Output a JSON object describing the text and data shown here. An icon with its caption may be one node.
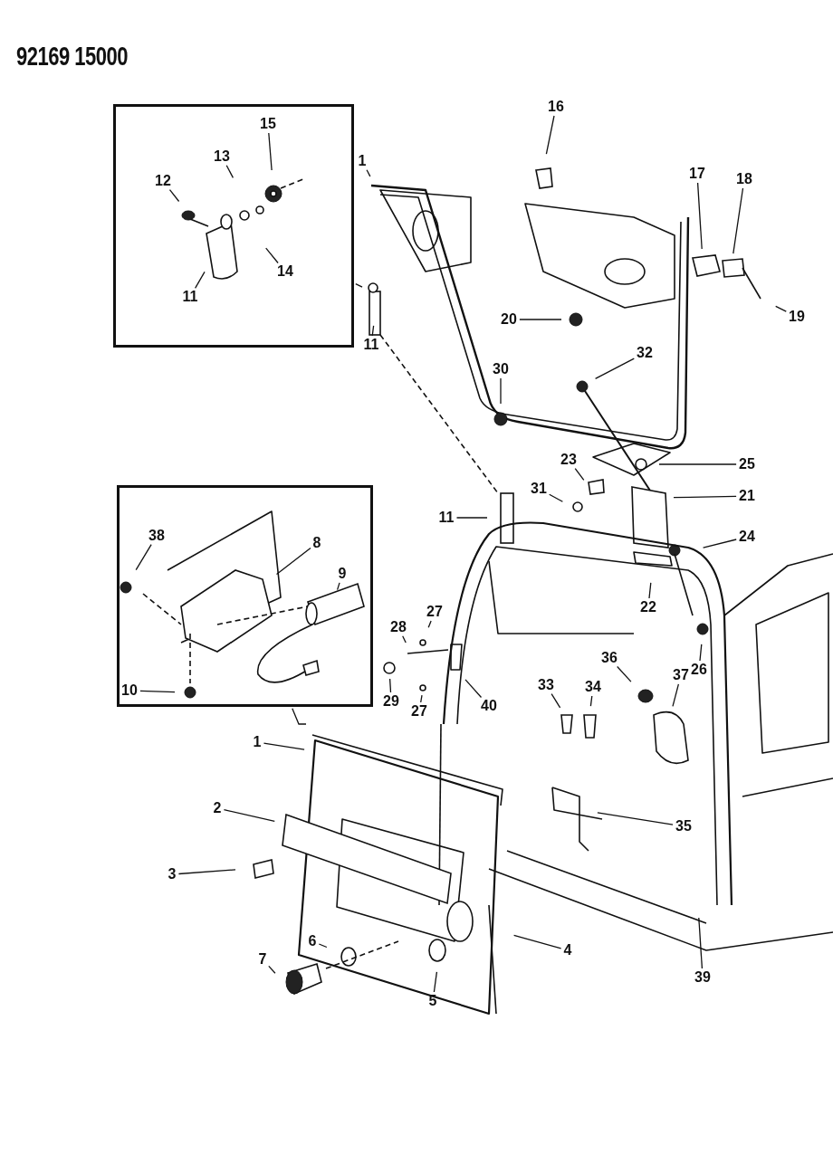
{
  "diagram": {
    "nodes": [
      {
        "text": [],
        "shape": "box"
      },
      {
        "text": [
          "12"
        ],
        "in": 0
      },
      {
        "text": [
          "13"
        ],
        "in": 0
      },
      {
        "text": [
          "15"
        ],
        "in": 0
      },
      {
        "text": [
          "14"
        ],
        "in": 0
      },
      {
        "text": [
          "11"
        ],
        "in": 0
      },
      {
        "text": [
          "16"
        ]
      },
      {
        "text": [
          "1"
        ]
      },
      {
        "text": [
          "17"
        ]
      },
      {
        "text": [
          "18"
        ]
      },
      {
        "text": [
          "19"
        ]
      },
      {
        "text": [
          "11"
        ]
      },
      {
        "text": [
          "20"
        ]
      },
      {
        "text": [
          "30"
        ]
      },
      {
        "text": [
          "32"
        ]
      },
      {
        "text": [
          "23"
        ]
      },
      {
        "text": [
          "25"
        ]
      },
      {
        "text": [
          "21"
        ]
      },
      {
        "text": [
          "31"
        ]
      },
      {
        "text": [
          "11"
        ]
      },
      {
        "text": [
          "24"
        ]
      },
      {
        "text": [
          "22"
        ]
      },
      {
        "text": [],
        "shape": "box"
      },
      {
        "text": [
          "38"
        ],
        "in": 22
      },
      {
        "text": [
          "8"
        ],
        "in": 22
      },
      {
        "text": [
          "9"
        ],
        "in": 22
      },
      {
        "text": [
          "10"
        ],
        "in": 22
      },
      {
        "text": [
          "27"
        ]
      },
      {
        "text": [
          "28"
        ]
      },
      {
        "text": [
          "26"
        ]
      },
      {
        "text": [
          "36"
        ]
      },
      {
        "text": [
          "37"
        ]
      },
      {
        "text": [
          "29"
        ]
      },
      {
        "text": [
          "40"
        ]
      },
      {
        "text": [
          "27"
        ]
      },
      {
        "text": [
          "33"
        ]
      },
      {
        "text": [
          "34"
        ]
      },
      {
        "text": [
          "1"
        ]
      },
      {
        "text": [
          "2"
        ]
      },
      {
        "text": [
          "35"
        ]
      },
      {
        "text": [
          "3"
        ]
      },
      {
        "text": [
          "4"
        ]
      },
      {
        "text": [
          "39"
        ]
      },
      {
        "text": [
          "6"
        ]
      },
      {
        "text": [
          "7"
        ]
      },
      {
        "text": [
          "5"
        ]
      }
    ],
    "edges": [
      {
        "from": 0,
        "to": null,
        "arrow": "none"
      },
      {
        "from": 1,
        "to": null,
        "arrow": "none"
      },
      {
        "from": 2,
        "to": null,
        "arrow": "none"
      },
      {
        "from": 3,
        "to": null,
        "arrow": "none"
      },
      {
        "from": 4,
        "to": null,
        "arrow": "none"
      },
      {
        "from": 5,
        "to": null,
        "arrow": "none"
      },
      {
        "from": 6,
        "to": null,
        "arrow": "none"
      },
      {
        "from": 7,
        "to": null,
        "arrow": "none"
      },
      {
        "from": 8,
        "to": null,
        "arrow": "none"
      },
      {
        "from": 9,
        "to": null,
        "arrow": "none"
      },
      {
        "from": 10,
        "to": null,
        "arrow": "none"
      },
      {
        "from": 11,
        "to": null,
        "arrow": "none"
      },
      {
        "from": 12,
        "to": null,
        "arrow": "none"
      },
      {
        "from": 13,
        "to": null,
        "arrow": "none"
      },
      {
        "from": 14,
        "to": null,
        "arrow": "none"
      },
      {
        "from": 15,
        "to": null,
        "arrow": "none"
      },
      {
        "from": 16,
        "to": null,
        "arrow": "none"
      },
      {
        "from": 17,
        "to": null,
        "arrow": "none"
      },
      {
        "from": 18,
        "to": null,
        "arrow": "none"
      },
      {
        "from": 19,
        "to": null,
        "arrow": "none"
      },
      {
        "from": 20,
        "to": null,
        "arrow": "none"
      },
      {
        "from": 21,
        "to": null,
        "arrow": "none"
      },
      {
        "from": 22,
        "to": null,
        "arrow": "none"
      },
      {
        "from": 23,
        "to": null,
        "arrow": "none"
      },
      {
        "from": 24,
        "to": null,
        "arrow": "none"
      },
      {
        "from": 25,
        "to": null,
        "arrow": "none"
      },
      {
        "from": 26,
        "to": null,
        "arrow": "none"
      },
      {
        "from": 27,
        "to": null,
        "arrow": "none"
      },
      {
        "from": 28,
        "to": null,
        "arrow": "none"
      },
      {
        "from": 29,
        "to": null,
        "arrow": "none"
      },
      {
        "from": 30,
        "to": null,
        "arrow": "none"
      },
      {
        "from": 31,
        "to": null,
        "arrow": "none"
      },
      {
        "from": 32,
        "to": null,
        "arrow": "none"
      },
      {
        "from": 33,
        "to": null,
        "arrow": "none"
      },
      {
        "from": 34,
        "to": null,
        "arrow": "none"
      },
      {
        "from": 35,
        "to": null,
        "arrow": "none"
      },
      {
        "from": 36,
        "to": null,
        "arrow": "none"
      },
      {
        "from": 37,
        "to": null,
        "arrow": "none"
      },
      {
        "from": 38,
        "to": null,
        "arrow": "none"
      },
      {
        "from": 39,
        "to": null,
        "arrow": "none"
      },
      {
        "from": 40,
        "to": null,
        "arrow": "none"
      },
      {
        "from": 41,
        "to": null,
        "arrow": "none"
      },
      {
        "from": 42,
        "to": null,
        "arrow": "none"
      },
      {
        "from": 43,
        "to": null,
        "arrow": "none"
      },
      {
        "from": 44,
        "to": null,
        "arrow": "none"
      },
      {
        "from": 45,
        "to": null,
        "arrow": "none"
      }
    ],
    "labels": [
      "92169 15000"
    ]
  }
}
